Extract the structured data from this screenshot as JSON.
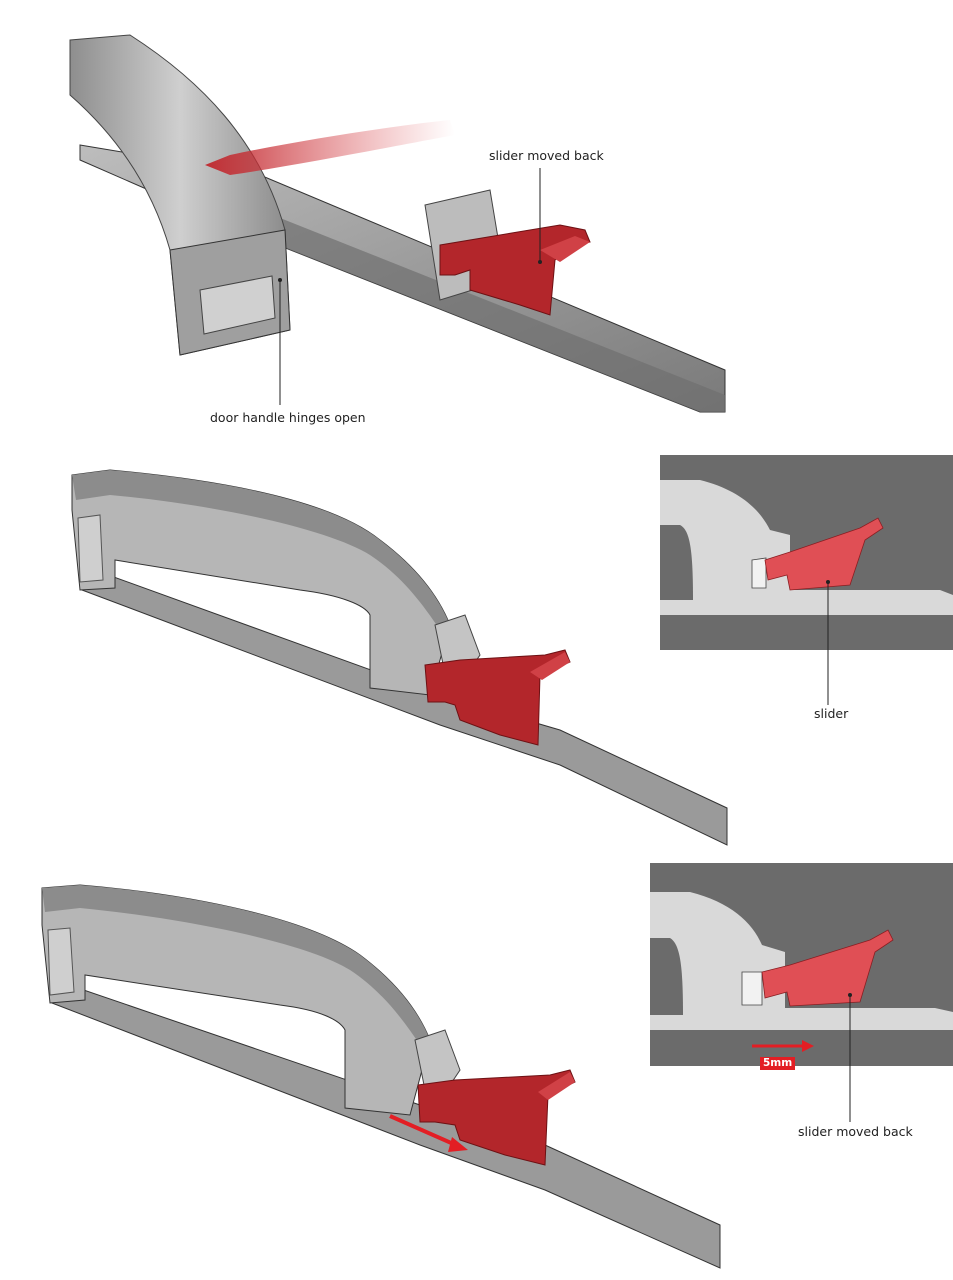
{
  "labels": {
    "top_slider": "slider moved back",
    "top_handle": "door handle hinges open",
    "middle_inset_slider": "slider",
    "bottom_inset_slider": "slider moved back",
    "bottom_inset_distance": "5mm"
  },
  "colors": {
    "slider_red": "#b3262b",
    "slider_light_red": "#e04f55",
    "handle_grey": "#a9a9a9",
    "inset_dark": "#6b6b6b",
    "inset_light": "#d9d9d9",
    "arrow_red": "#e31e24"
  }
}
